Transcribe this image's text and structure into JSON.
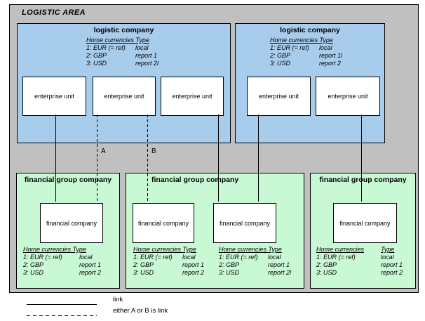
{
  "colors": {
    "outer_fill": "#c0c0c0",
    "logistic_fill": "#a8cdec",
    "financial_fill": "#c8f8d4",
    "unit_fill": "#ffffff",
    "border": "#000000"
  },
  "area": {
    "title": "LOGISTIC AREA"
  },
  "logistic_companies": [
    {
      "title": "logistic company",
      "currency_header": "Home currencies Type",
      "currencies": [
        {
          "name": "1: EUR (= ref)",
          "type": "local"
        },
        {
          "name": "2: GBP",
          "type": "report 1"
        },
        {
          "name": "3: USD",
          "type": "report 2l"
        }
      ],
      "units": [
        "enterprise unit",
        "enterprise unit",
        "enterprise unit"
      ]
    },
    {
      "title": "logistic company",
      "currency_header": "Home currencies Type",
      "currencies": [
        {
          "name": "1: EUR (= ref)",
          "type": "local"
        },
        {
          "name": "2: GBP",
          "type": "report 1l"
        },
        {
          "name": "3: USD",
          "type": "report 2"
        }
      ],
      "units": [
        "enterprise unit",
        "enterprise unit"
      ]
    }
  ],
  "financial_groups": [
    {
      "title": "financial group company",
      "companies": [
        {
          "label": "financial company",
          "currency_header": "Home currencies Type",
          "currencies": [
            {
              "name": "1: EUR (= ref)",
              "type": "local"
            },
            {
              "name": "2: GBP",
              "type": "report 1"
            },
            {
              "name": "3: USD",
              "type": "report 2"
            }
          ]
        }
      ]
    },
    {
      "title": "financial group company",
      "companies": [
        {
          "label": "financial company",
          "currency_header": "Home currencies Type",
          "currencies": [
            {
              "name": "1: EUR (= ref)",
              "type": "local"
            },
            {
              "name": "2: GBP",
              "type": "report 1"
            },
            {
              "name": "3: USD",
              "type": "report 2"
            }
          ]
        },
        {
          "label": "financial company",
          "currency_header": "Home currencies Type",
          "currencies": [
            {
              "name": "1: EUR (= ref)",
              "type": "local"
            },
            {
              "name": "2: GBP",
              "type": "report 1"
            },
            {
              "name": "3: USD",
              "type": "report 2l"
            }
          ]
        }
      ]
    },
    {
      "title": "financial group company",
      "companies": [
        {
          "label": "financial company",
          "currency_header": "Home currencies",
          "type_header": "Type",
          "currencies": [
            {
              "name": "1: EUR (= ref)",
              "type": "local"
            },
            {
              "name": "2: GBP",
              "type": "report 1"
            },
            {
              "name": "3: USD",
              "type": "report 2"
            }
          ]
        }
      ]
    }
  ],
  "connector_labels": {
    "a": "A",
    "b": "B"
  },
  "legend": {
    "solid_label": "link",
    "dashed_label": "either A or B is link"
  }
}
